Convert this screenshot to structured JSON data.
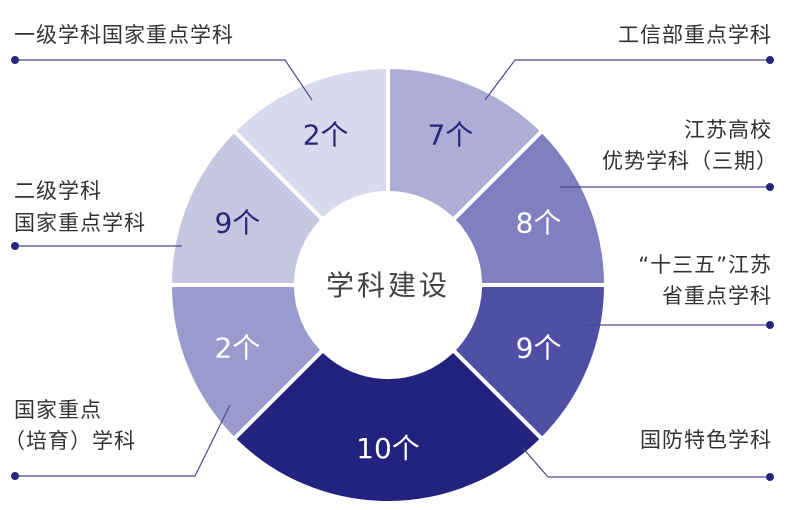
{
  "center_title": "学科建设",
  "segments": [
    {
      "name": "national-first-level",
      "value_text": "2个",
      "label_lines": [
        "一级学科国家重点学科"
      ],
      "color": "#d9d9ee",
      "text_color": "#26267a"
    },
    {
      "name": "miit-key",
      "value_text": "7个",
      "label_lines": [
        "工信部重点学科"
      ],
      "color": "#adadd6",
      "text_color": "#26267a"
    },
    {
      "name": "jiangsu-advantage",
      "value_text": "8个",
      "label_lines": [
        "江苏高校",
        "优势学科（三期）"
      ],
      "color": "#8080c0",
      "text_color": "#ffffff"
    },
    {
      "name": "jiangsu-13th-five-year",
      "value_text": "9个",
      "label_lines": [
        "“十三五”江苏",
        "省重点学科"
      ],
      "color": "#4f4fa6",
      "text_color": "#ffffff"
    },
    {
      "name": "national-defense",
      "value_text": "10个",
      "label_lines": [
        "国防特色学科"
      ],
      "color": "#23237f",
      "text_color": "#ffffff"
    },
    {
      "name": "national-key-cultivation",
      "value_text": "2个",
      "label_lines": [
        "国家重点",
        "（培育）学科"
      ],
      "color": "#9a9acd",
      "text_color": "#ffffff"
    },
    {
      "name": "national-second-level",
      "value_text": "9个",
      "label_lines": [
        "二级学科",
        "国家重点学科"
      ],
      "color": "#c6c6e3",
      "text_color": "#26267a"
    }
  ],
  "colors": {
    "line": "#4a4a8c",
    "dot": "#26267a"
  }
}
